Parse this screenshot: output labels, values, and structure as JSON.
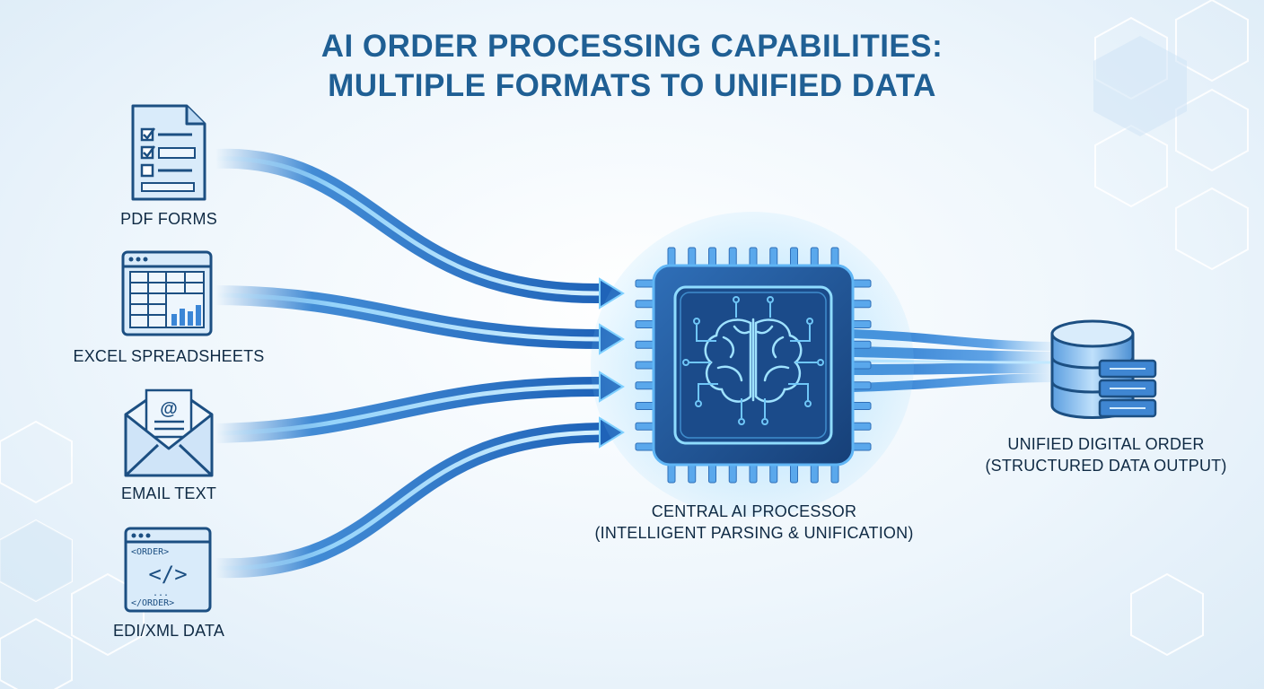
{
  "title": {
    "line1": "AI ORDER PROCESSING CAPABILITIES:",
    "line2": "MULTIPLE FORMATS TO UNIFIED DATA"
  },
  "inputs": [
    {
      "label": "PDF FORMS",
      "icon": "pdf-form-icon"
    },
    {
      "label": "EXCEL SPREADSHEETS",
      "icon": "spreadsheet-icon"
    },
    {
      "label": "EMAIL TEXT",
      "icon": "email-icon"
    },
    {
      "label": "EDI/XML DATA",
      "icon": "xml-code-icon"
    }
  ],
  "edi_icon": {
    "open_tag": "<ORDER>",
    "code": "</>",
    "ellipsis": "...",
    "close_tag": "</ORDER>"
  },
  "email_icon": {
    "symbol": "@"
  },
  "processor": {
    "icon": "ai-brain-chip-icon",
    "line1": "CENTRAL AI PROCESSOR",
    "line2": "(INTELLIGENT PARSING & UNIFICATION)"
  },
  "output": {
    "icon": "database-icon",
    "line1": "UNIFIED DIGITAL ORDER",
    "line2": "(STRUCTURED DATA OUTPUT)"
  },
  "colors": {
    "title": "#1f5f94",
    "stream": "#2f7fd0",
    "stream_glow": "#6fc4ff",
    "icon_stroke": "#1c4f82",
    "icon_fill": "#d9ebfa",
    "chip": "#1d4d8c"
  }
}
